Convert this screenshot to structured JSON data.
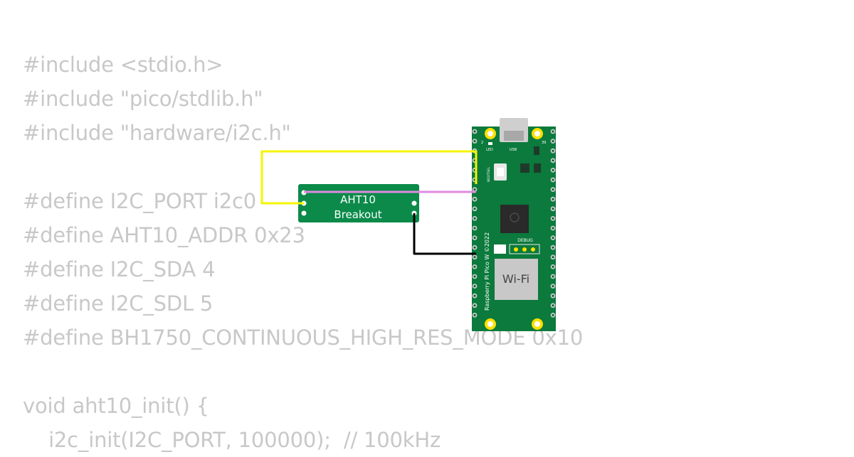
{
  "code": {
    "lines": [
      "#include <stdio.h>",
      "#include \"pico/stdlib.h\"",
      "#include \"hardware/i2c.h\"",
      "",
      "#define I2C_PORT i2c0",
      "#define AHT10_ADDR 0x23",
      "#define I2C_SDA 4",
      "#define I2C_SDL 5",
      "#define BH1750_CONTINUOUS_HIGH_RES_MODE 0x10",
      "",
      "void aht10_init() {",
      "    i2c_init(I2C_PORT, 100000);  // 100kHz"
    ]
  },
  "sensor": {
    "line1": "AHT10",
    "line2": "Breakout",
    "color": "#0b8a4a"
  },
  "board": {
    "led_label": "LED",
    "usb_label": "USB",
    "bootsel_label": "BOOTSEL",
    "debug_label": "DEBUG",
    "wifi_label": "Wi-Fi",
    "side_text": "Raspberry Pi Pico W ©2022",
    "pin_left_top": "2",
    "pin_right_top": "39",
    "color": "#0b7a3c"
  },
  "wires": {
    "sda_color": "#f5f500",
    "scl_color": "#e08ae0",
    "gnd_color": "#000000"
  }
}
